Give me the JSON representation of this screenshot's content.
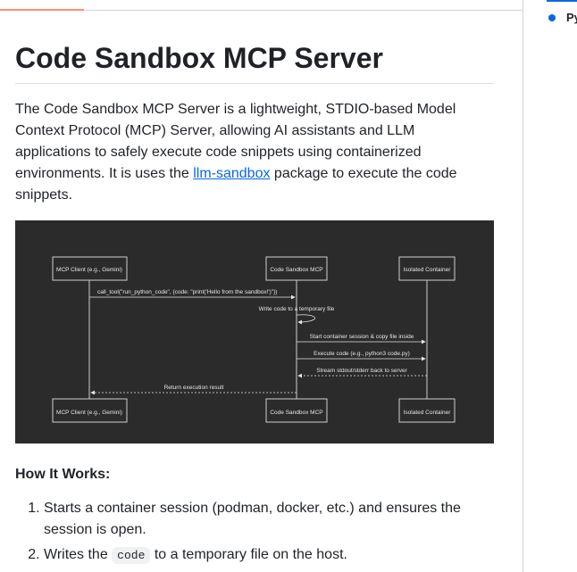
{
  "page": {
    "title": "Code Sandbox MCP Server",
    "intro_before_link": "The Code Sandbox MCP Server is a lightweight, STDIO-based Model Context Protocol (MCP) Server, allowing AI assistants and LLM applications to safely execute code snippets using containerized environments. It is uses the ",
    "intro_link": "llm-sandbox",
    "intro_after_link": " package to execute the code snippets.",
    "how_title": "How It Works:",
    "steps": {
      "s1": "Starts a container session (podman, docker, etc.) and ensures the session is open.",
      "s2_before": "Writes the ",
      "s2_code": "code",
      "s2_after": " to a temporary file on the host."
    }
  },
  "toc": {
    "item_label": "Py"
  },
  "diagram": {
    "participants": {
      "client": "MCP Client (e.g., Gemini)",
      "server": "Code Sandbox MCP",
      "container": "Isolated Container"
    },
    "messages": {
      "m1": "call_tool(\"run_python_code\", {code: \"print('Hello from the sandbox!')\"})",
      "m2": "Write code to a temporary file",
      "m3": "Start container session & copy file inside",
      "m4": "Execute code (e.g., python3 code.py)",
      "m5": "Stream stdout/stderr back to server",
      "m6": "Return execution result"
    }
  },
  "colors": {
    "accent": "#0969da",
    "tab_underline": "#fd8c73",
    "diagram_bg": "#2b2b2b"
  }
}
